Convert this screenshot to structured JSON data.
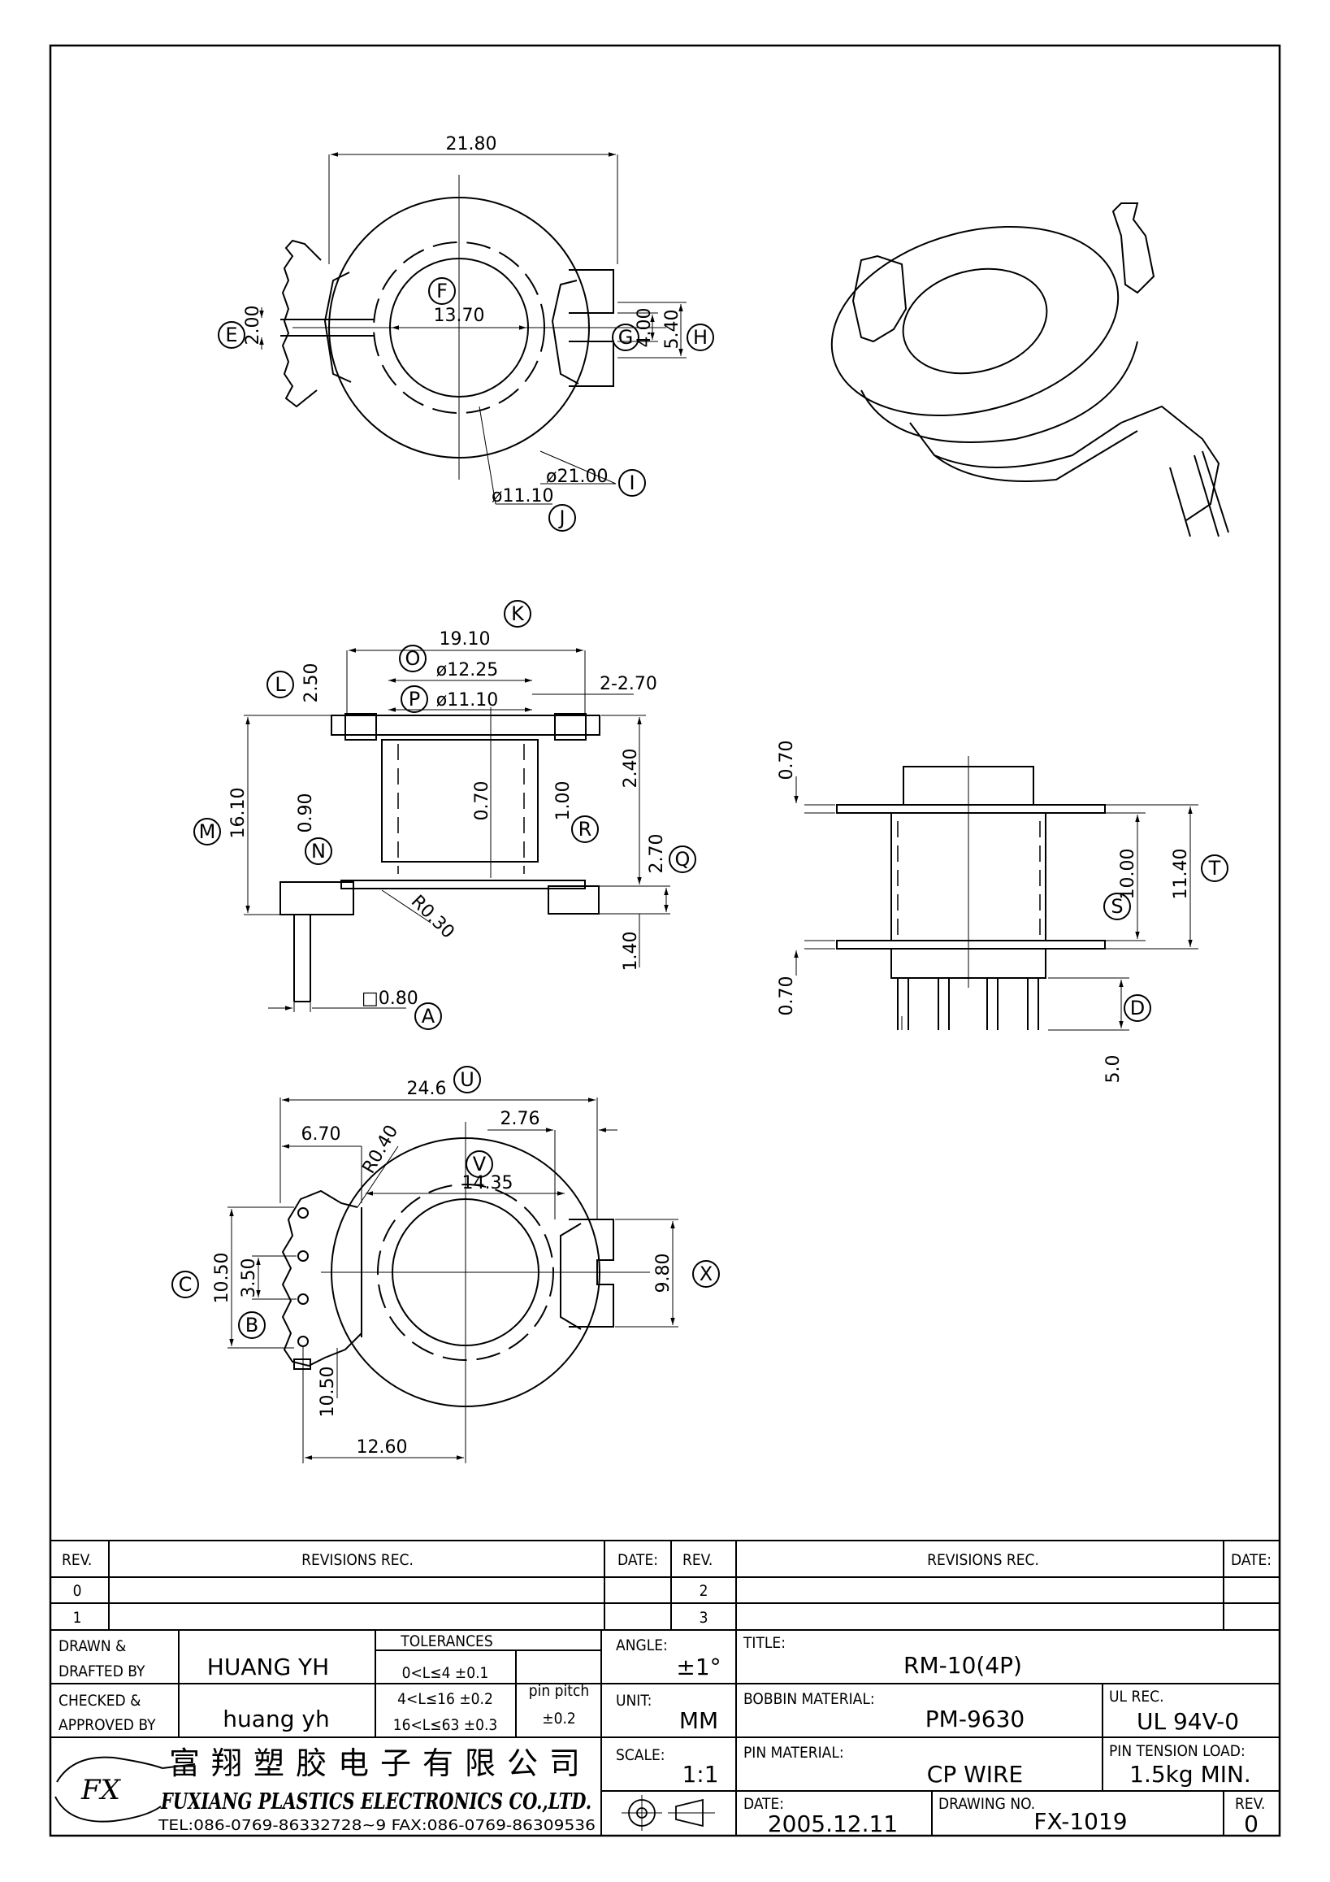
{
  "top_view": {
    "dims": {
      "width": "21.80",
      "inner": "13.70",
      "e": "2.00",
      "g": "4.00",
      "h": "5.40",
      "outer_dia": "ø21.00",
      "inner_dia": "ø11.10"
    },
    "labels": {
      "e": "E",
      "f": "F",
      "g": "G",
      "h": "H",
      "i": "I",
      "j": "J"
    }
  },
  "front_view": {
    "dims": {
      "width": "19.10",
      "dia1": "ø12.25",
      "dia2": "ø11.10",
      "slot": "2-2.70",
      "l": "2.50",
      "height": "16.10",
      "n": "0.90",
      "center": "0.70",
      "r": "1.00",
      "right_top": "2.40",
      "q": "2.70",
      "pin_len": "1.40",
      "radius": "R0.30",
      "pin": "□0.80"
    },
    "labels": {
      "k": "K",
      "l": "L",
      "m": "M",
      "n": "N",
      "o": "O",
      "p": "P",
      "q": "Q",
      "r": "R",
      "a": "A"
    }
  },
  "side_view": {
    "dims": {
      "top": "0.70",
      "bottom": "0.70",
      "s": "10.00",
      "t": "11.40",
      "pin": "5.0"
    },
    "labels": {
      "s": "S",
      "t": "T",
      "d": "D"
    }
  },
  "bottom_view": {
    "dims": {
      "width": "24.6",
      "left": "6.70",
      "right": "2.76",
      "radius": "R0.40",
      "inner": "14.35",
      "c": "10.50",
      "b": "3.50",
      "x": "9.80",
      "pin_gap": "10.50",
      "bottom": "12.60"
    },
    "labels": {
      "u": "U",
      "v": "V",
      "c": "C",
      "b": "B",
      "x": "X"
    }
  },
  "title_block": {
    "rev_header": "REV.",
    "revisions_header": "REVISIONS   REC.",
    "date_header": "DATE:",
    "rev_rows": [
      "0",
      "1"
    ],
    "rev_rows_right": [
      "2",
      "3"
    ],
    "drawn_label": "DRAWN &\nDRAFTED BY",
    "drawn_by": "HUANG YH",
    "checked_label": "CHECKED &\nAPPROVED BY",
    "checked_by": "huang yh",
    "tolerances_title": "TOLERANCES",
    "tol_rows": [
      "0<L≤4   ±0.1",
      "4<L≤16  ±0.2",
      "16<L≤63  ±0.3"
    ],
    "pin_pitch_label": "pin pitch",
    "pin_pitch_value": "±0.2",
    "angle_label": "ANGLE:",
    "angle_value": "±1°",
    "unit_label": "UNIT:",
    "unit_value": "MM",
    "scale_label": "SCALE:",
    "scale_value": "1:1",
    "title_label": "TITLE:",
    "title_value": "RM-10(4P)",
    "bobbin_label": "BOBBIN MATERIAL:",
    "bobbin_value": "PM-9630",
    "ul_label": "UL REC.",
    "ul_value": "UL 94V-0",
    "pin_material_label": "PIN MATERIAL:",
    "pin_material_value": "CP WIRE",
    "tension_label": "PIN TENSION LOAD:",
    "tension_value": "1.5kg  MIN.",
    "date_label": "DATE:",
    "date_value": "2005.12.11",
    "drawing_no_label": "DRAWING NO.",
    "drawing_no_value": "FX-1019",
    "rev_label": "REV.",
    "rev_value": "0",
    "company_cn": "富翔塑胶电子有限公司",
    "company_en": "FUXIANG PLASTICS ELECTRONICS CO.,LTD.",
    "company_tel": "TEL:086-0769-86332728~9   FAX:086-0769-86309536",
    "logo_text": "FX"
  }
}
